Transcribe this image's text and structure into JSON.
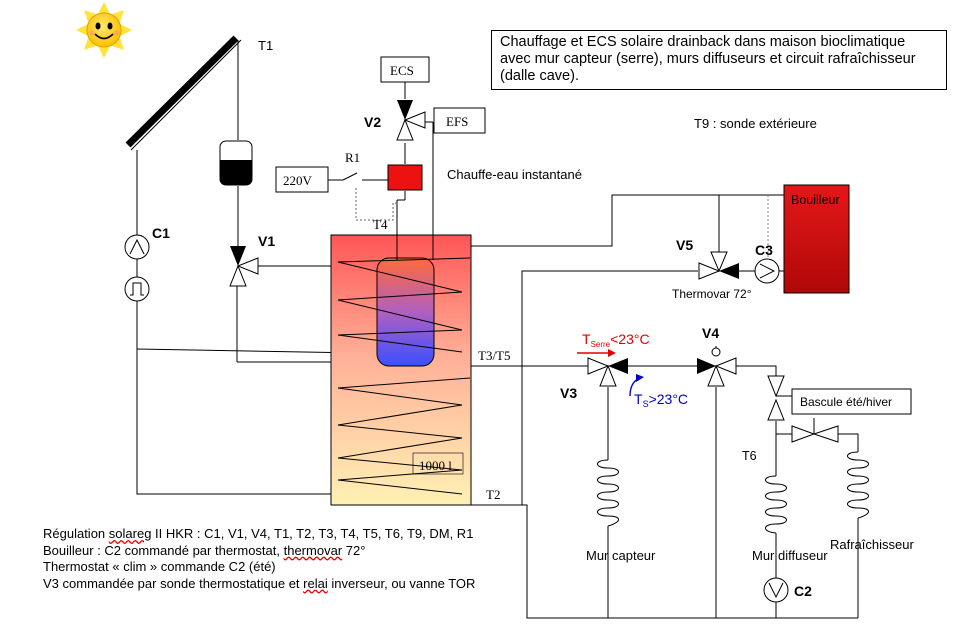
{
  "title_lines": [
    "Chauffage et ECS solaire drainback dans maison bioclimatique",
    "avec mur capteur (serre), murs diffuseurs et circuit rafraîchisseur",
    "(dalle cave)."
  ],
  "t9_note": "T9 : sonde extérieure",
  "chauffe_eau": "Chauffe-eau instantané",
  "labels": {
    "T1": "T1",
    "C1": "C1",
    "V1": "V1",
    "V2": "V2",
    "ECS": "ECS",
    "EFS": "EFS",
    "R1": "R1",
    "v220": "220V",
    "T4": "T4",
    "T3T5": "T3/T5",
    "T2": "T2",
    "volume": "1000 l",
    "V5": "V5",
    "C3": "C3",
    "bouilleur": "Bouilleur",
    "thermovar": "Thermovar 72°",
    "V4": "V4",
    "V3": "V3",
    "tserre_main": "T",
    "tserre_sub": "Serre",
    "tserre_rest": "<23°C",
    "ts_main": "T",
    "ts_sub": "S",
    "ts_rest": ">23°C",
    "bascule": "Bascule été/hiver",
    "T6": "T6",
    "C2": "C2",
    "mur_capteur": "Mur capteur",
    "mur_diffuseur": "Mur diffuseur",
    "rafraichisseur": "Rafraîchisseur"
  },
  "legend": {
    "l1_a": "Régulation ",
    "l1_b": "solareg",
    "l1_c": " II HKR : C1, V1, V4, T1, T2, T3, T4, T5, T6, T9, DM, R1",
    "l2_a": "Bouilleur : C2 commandé par thermostat, ",
    "l2_b": "thermovar",
    "l2_c": " 72°",
    "l3": "Thermostat « clim » commande C2 (été)",
    "l4_a": "V3 commandée par sonde thermostatique et ",
    "l4_b": "relai",
    "l4_c": " inverseur, ou vanne TOR"
  },
  "colors": {
    "tank_top": "#ff5a5a",
    "tank_bottom": "#fff0b0",
    "bouilleur": "#d21010",
    "heater": "#ee1111",
    "red_text": "#e00000",
    "blue_text": "#0000cc",
    "sun": "#ffdc1e"
  }
}
